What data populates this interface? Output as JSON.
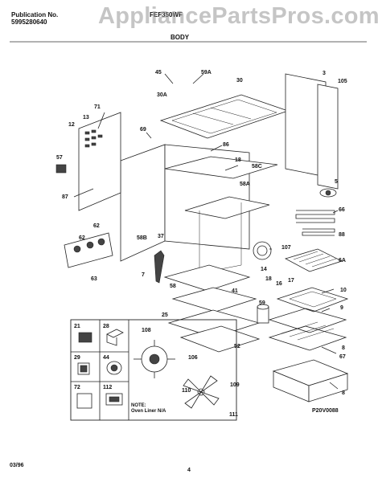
{
  "header": {
    "publication_label": "Publication No.",
    "publication_number": "5995280640",
    "model_partial": "FEF350WF",
    "watermark": "AppliancePartsPros.com",
    "section_title": "BODY"
  },
  "footer": {
    "date": "03/96",
    "page_number": "4",
    "figure_code": "P20V0088"
  },
  "note": {
    "line1": "NOTE:",
    "line2": "Oven Liner N/A"
  },
  "callouts": [
    "45",
    "59A",
    "30",
    "30A",
    "3",
    "105",
    "71",
    "13",
    "12",
    "69",
    "86",
    "18",
    "58C",
    "57",
    "5",
    "87",
    "58A",
    "66",
    "62",
    "58B",
    "37",
    "88",
    "107",
    "6A",
    "62",
    "63",
    "7",
    "14",
    "18",
    "16",
    "17",
    "58",
    "41",
    "10",
    "59",
    "9",
    "25",
    "52",
    "8",
    "67",
    "21",
    "28",
    "108",
    "29",
    "44",
    "106",
    "72",
    "112",
    "110",
    "109",
    "111",
    "8"
  ],
  "inset_items": [
    "21",
    "28",
    "29",
    "44",
    "72",
    "112"
  ]
}
